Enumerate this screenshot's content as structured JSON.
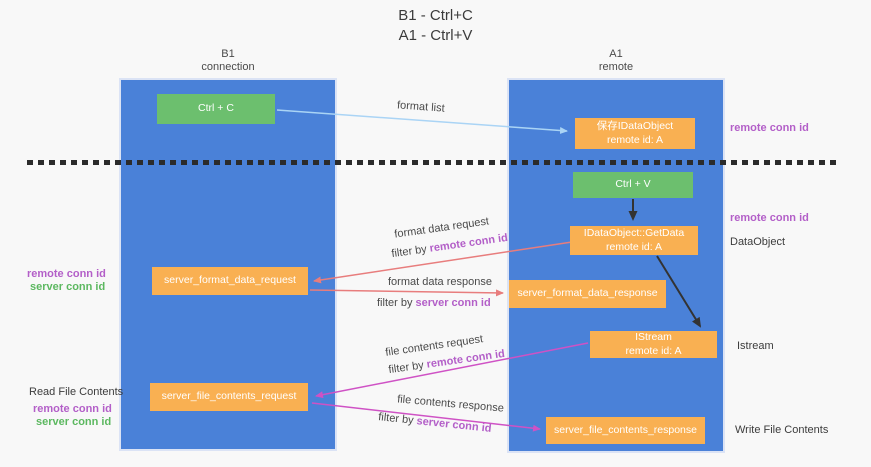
{
  "title": {
    "line1": "B1 - Ctrl+C",
    "line2": "A1 - Ctrl+V"
  },
  "columns": {
    "left": {
      "header_line1": "B1",
      "header_line2": "connection"
    },
    "right": {
      "header_line1": "A1",
      "header_line2": "remote"
    }
  },
  "boxes": {
    "ctrl_c": {
      "label": "Ctrl + C"
    },
    "ctrl_v": {
      "label": "Ctrl + V"
    },
    "save_idataobject": {
      "line1": "保存IDataObject",
      "line2": "remote id: A"
    },
    "idataobject_getdata": {
      "line1": "IDataObject::GetData",
      "line2": "remote id: A"
    },
    "istream": {
      "line1": "IStream",
      "line2": "remote id: A"
    },
    "server_format_data_request": {
      "label": "server_format_data_request"
    },
    "server_format_data_response": {
      "label": "server_format_data_response"
    },
    "server_file_contents_request": {
      "label": "server_file_contents_request"
    },
    "server_file_contents_response": {
      "label": "server_file_contents_response"
    }
  },
  "arrow_labels": {
    "format_list": "format list",
    "format_data_request": "format data request",
    "filter_remote_1": {
      "prefix": "filter by",
      "key": "remote conn id"
    },
    "format_data_response": "format data response",
    "filter_server_1": {
      "prefix": "filter by",
      "key": "server conn id"
    },
    "file_contents_request": "file contents request",
    "filter_remote_2": {
      "prefix": "filter by",
      "key": "remote conn id"
    },
    "file_contents_response": "file contents response",
    "filter_server_2": {
      "prefix": "filter by",
      "key": "server conn id"
    }
  },
  "side_labels": {
    "right_top_remote_conn_id": "remote conn id",
    "right_mid_remote_conn_id": "remote conn id",
    "dataobject": "DataObject",
    "istream": "Istream",
    "write_file_contents": "Write File Contents",
    "left_mid_remote_conn_id": "remote conn id",
    "left_mid_server_conn_id": "server conn id",
    "read_file_contents": "Read File Contents",
    "left_bottom_remote_conn_id": "remote conn id",
    "left_bottom_server_conn_id": "server conn id"
  },
  "colors": {
    "column_blue": "#4a81d8",
    "box_green": "#6cbf6e",
    "box_orange": "#f9b052",
    "arrow_light_blue": "#aad4f5",
    "arrow_red": "#e87d7d",
    "arrow_magenta": "#cf52c5",
    "arrow_black": "#333333",
    "text_purple": "#b35fc8",
    "text_green": "#5cb860"
  }
}
